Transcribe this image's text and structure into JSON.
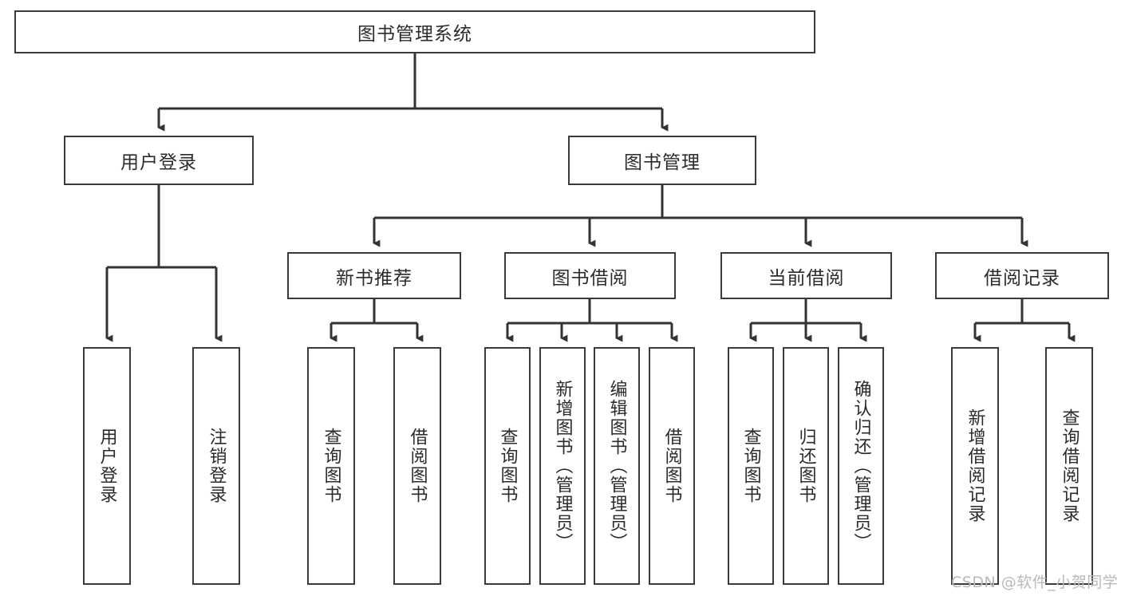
{
  "diagram": {
    "title": "图书管理系统",
    "type": "tree-hierarchy-flowchart",
    "watermark": "CSDN @软件_小贺同学",
    "colors": {
      "background": "#ffffff",
      "box_border": "#3a3a3a",
      "box_fill": "#ffffff",
      "text": "#2b2b2b",
      "connector": "#333333",
      "watermark": "#b9b9b9"
    },
    "nodes": {
      "root": {
        "label": "图书管理系统",
        "orientation": "horizontal"
      },
      "level2": [
        {
          "id": "user-login",
          "label": "用户登录",
          "orientation": "horizontal"
        },
        {
          "id": "book-manage",
          "label": "图书管理",
          "orientation": "horizontal"
        }
      ],
      "level3": [
        {
          "id": "new-book-recommend",
          "label": "新书推荐",
          "orientation": "horizontal"
        },
        {
          "id": "book-borrow",
          "label": "图书借阅",
          "orientation": "horizontal"
        },
        {
          "id": "current-borrow",
          "label": "当前借阅",
          "orientation": "horizontal"
        },
        {
          "id": "borrow-record",
          "label": "借阅记录",
          "orientation": "horizontal"
        }
      ],
      "leaves": [
        {
          "id": "leaf-user-login",
          "label": "用户登录",
          "parent": "user-login",
          "orientation": "vertical"
        },
        {
          "id": "leaf-logout-login",
          "label": "注销登录",
          "parent": "user-login",
          "orientation": "vertical"
        },
        {
          "id": "leaf-query-book-1",
          "label": "查询图书",
          "parent": "new-book-recommend",
          "orientation": "vertical"
        },
        {
          "id": "leaf-borrow-book-1",
          "label": "借阅图书",
          "parent": "new-book-recommend",
          "orientation": "vertical"
        },
        {
          "id": "leaf-query-book-2",
          "label": "查询图书",
          "parent": "book-borrow",
          "orientation": "vertical"
        },
        {
          "id": "leaf-add-book",
          "label": "新增图书（管理员）",
          "parent": "book-borrow",
          "orientation": "vertical"
        },
        {
          "id": "leaf-edit-book",
          "label": "编辑图书（管理员）",
          "parent": "book-borrow",
          "orientation": "vertical"
        },
        {
          "id": "leaf-borrow-book-2",
          "label": "借阅图书",
          "parent": "book-borrow",
          "orientation": "vertical"
        },
        {
          "id": "leaf-query-book-3",
          "label": "查询图书",
          "parent": "current-borrow",
          "orientation": "vertical"
        },
        {
          "id": "leaf-return-book",
          "label": "归还图书",
          "parent": "current-borrow",
          "orientation": "vertical"
        },
        {
          "id": "leaf-confirm-return",
          "label": "确认归还（管理员）",
          "parent": "current-borrow",
          "orientation": "vertical"
        },
        {
          "id": "leaf-add-record",
          "label": "新增借阅记录",
          "parent": "borrow-record",
          "orientation": "vertical"
        },
        {
          "id": "leaf-query-record",
          "label": "查询借阅记录",
          "parent": "borrow-record",
          "orientation": "vertical"
        }
      ]
    }
  }
}
